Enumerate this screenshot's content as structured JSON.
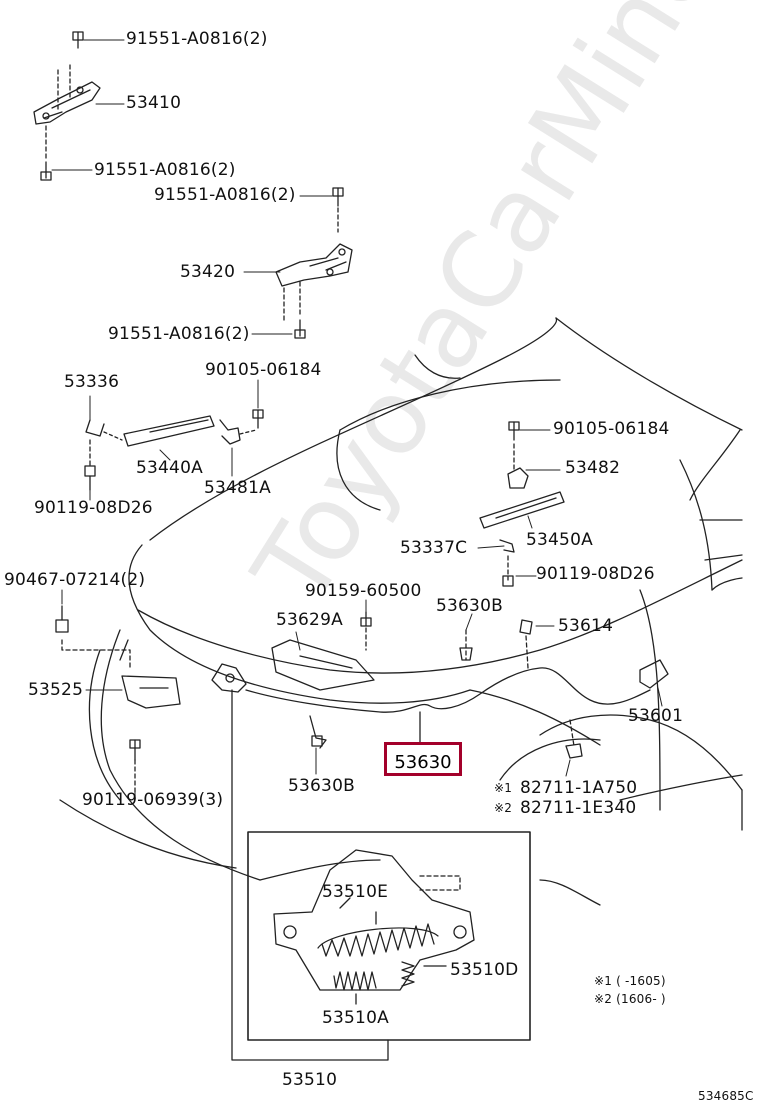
{
  "watermark": "ToyotaCarMine.ru",
  "parts": {
    "bolt_top": "91551-A0816(2)",
    "hinge_left": "53410",
    "bolt_hinge_left_lower": "91551-A0816(2)",
    "bolt_hinge_right_upper": "91551-A0816(2)",
    "hinge_right": "53420",
    "bolt_hinge_right_lower": "91551-A0816(2)",
    "stud_left": "53336",
    "bolt_support_left": "90105-06184",
    "support_left": "53440A",
    "bracket_left": "53481A",
    "bolt_lower_left": "90119-08D26",
    "bolt_right_upper": "90105-06184",
    "bracket_right": "53482",
    "stud_right": "53337C",
    "support_right": "53450A",
    "bolt_right_lower": "90119-08D26",
    "clip_left": "90467-07214(2)",
    "rod_support": "53629A",
    "clip_rod": "90159-60500",
    "clamp_upper": "53630B",
    "cable_guide": "53614",
    "lock_assy": "53525",
    "release_lever": "53601",
    "cable": "53630",
    "clamp_lower": "53630B",
    "bolt_lock": "90119-06939(3)",
    "clip_1": "82711-1A750",
    "clip_2": "82711-1E340",
    "note_1_mark": "※1",
    "note_2_mark": "※2",
    "spring_e": "53510E",
    "spring_d": "53510D",
    "spring_a": "53510A",
    "lock_subassy": "53510",
    "legend_1": "※1 (        -1605)",
    "legend_2": "※2 (1606-        )",
    "diagram_code": "534685C"
  }
}
